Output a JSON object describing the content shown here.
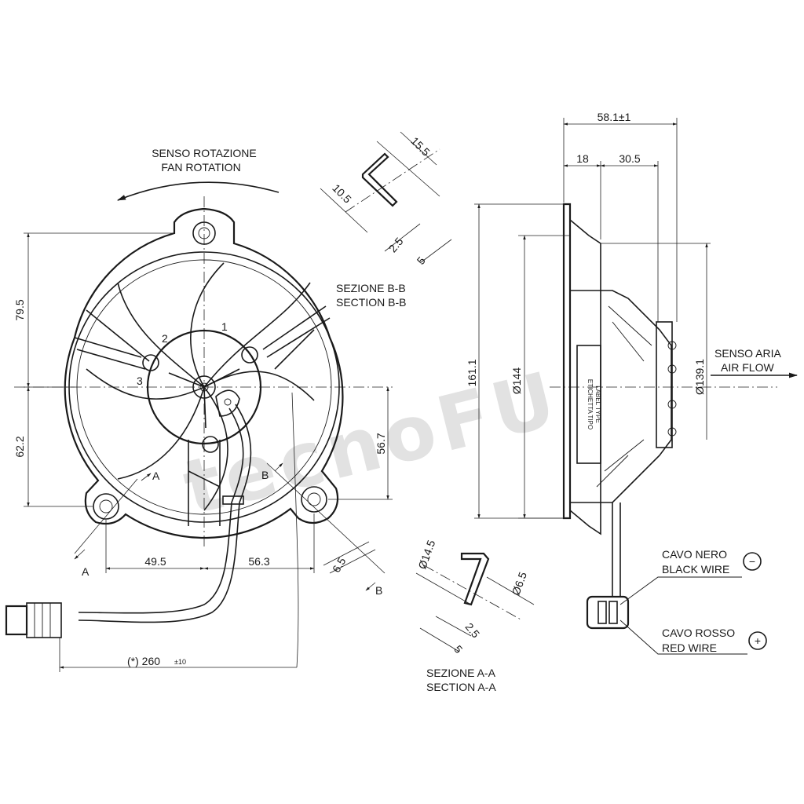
{
  "labels": {
    "fan_rotation_it": "SENSO ROTAZIONE",
    "fan_rotation_en": "FAN ROTATION",
    "section_bb_it": "SEZIONE B-B",
    "section_bb_en": "SECTION B-B",
    "section_aa_it": "SEZIONE A-A",
    "section_aa_en": "SECTION A-A",
    "air_flow_it": "SENSO ARIA",
    "air_flow_en": "AIR FLOW",
    "black_wire_it": "CAVO NERO",
    "black_wire_en": "BLACK WIRE",
    "red_wire_it": "CAVO ROSSO",
    "red_wire_en": "RED WIRE",
    "minus": "−",
    "plus": "+",
    "label_type_it": "ETICHETTA TIPO",
    "label_type_en": "LABEL TYPE",
    "cut_a": "A",
    "cut_b": "B",
    "blade_1": "1",
    "blade_2": "2",
    "blade_3": "3",
    "watermark": "tecnoFU"
  },
  "dimensions": {
    "d_58_1": "58.1±1",
    "d_18": "18",
    "d_30_5": "30.5",
    "d_161_1": "161.1",
    "d_144": "Ø144",
    "d_139_1": "Ø139.1",
    "d_79_5": "79.5",
    "d_62_2": "62.2",
    "d_56_7": "56.7",
    "d_49_5": "49.5",
    "d_56_3": "56.3",
    "d_6_5_front": "6.5",
    "d_260": "(*) 260",
    "d_260_tol": "±10",
    "bb_15_5": "15.5",
    "bb_10_5": "10.5",
    "bb_2_5": "2.5",
    "bb_5": "5",
    "aa_14_5": "Ø14.5",
    "aa_6_5": "Ø6.5",
    "aa_2_5": "2.5",
    "aa_5": "5"
  }
}
